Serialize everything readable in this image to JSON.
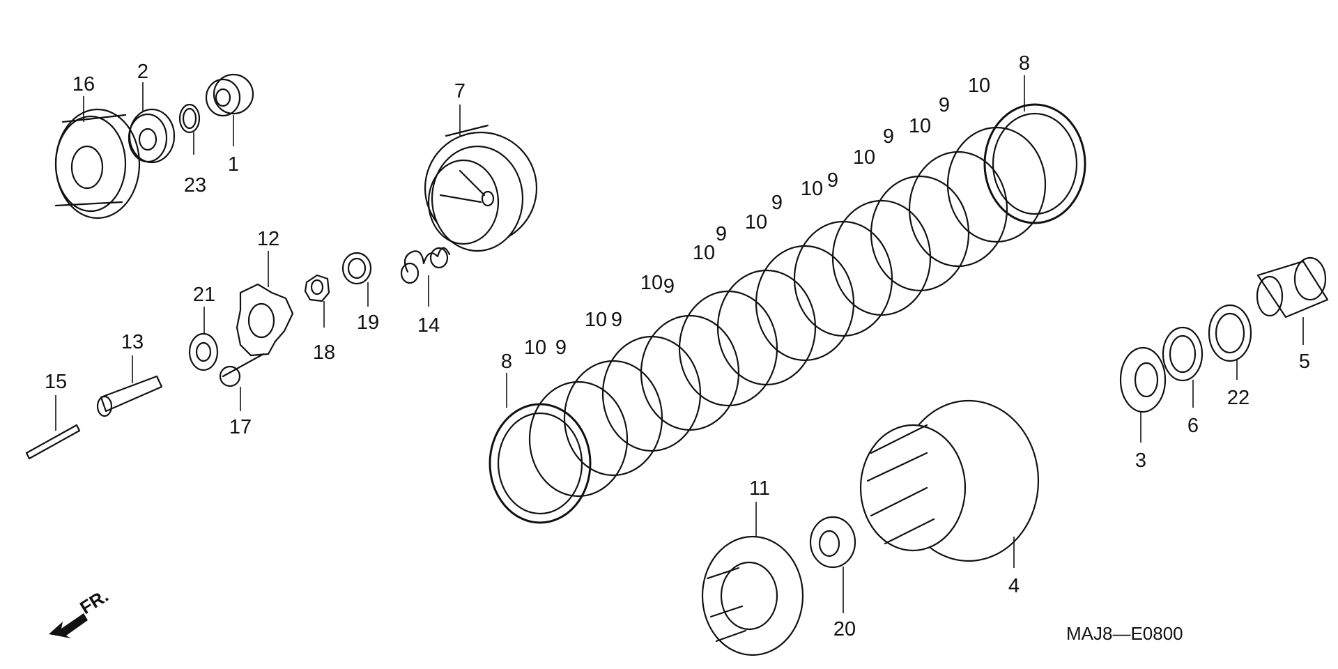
{
  "diagram_code": "MAJ8—E0800",
  "front_marker": "FR.",
  "callouts": [
    {
      "id": "c16",
      "text": "16"
    },
    {
      "id": "c2",
      "text": "2"
    },
    {
      "id": "c23",
      "text": "23"
    },
    {
      "id": "c1",
      "text": "1"
    },
    {
      "id": "c7",
      "text": "7"
    },
    {
      "id": "c12",
      "text": "12"
    },
    {
      "id": "c21",
      "text": "21"
    },
    {
      "id": "c18",
      "text": "18"
    },
    {
      "id": "c19",
      "text": "19"
    },
    {
      "id": "c14",
      "text": "14"
    },
    {
      "id": "c13",
      "text": "13"
    },
    {
      "id": "c15",
      "text": "15"
    },
    {
      "id": "c17",
      "text": "17"
    },
    {
      "id": "c8a",
      "text": "8"
    },
    {
      "id": "c8b",
      "text": "8"
    },
    {
      "id": "c9",
      "text": "9"
    },
    {
      "id": "c10",
      "text": "10"
    },
    {
      "id": "c11",
      "text": "11"
    },
    {
      "id": "c20",
      "text": "20"
    },
    {
      "id": "c4",
      "text": "4"
    },
    {
      "id": "c3",
      "text": "3"
    },
    {
      "id": "c6",
      "text": "6"
    },
    {
      "id": "c22",
      "text": "22"
    },
    {
      "id": "c5",
      "text": "5"
    }
  ]
}
